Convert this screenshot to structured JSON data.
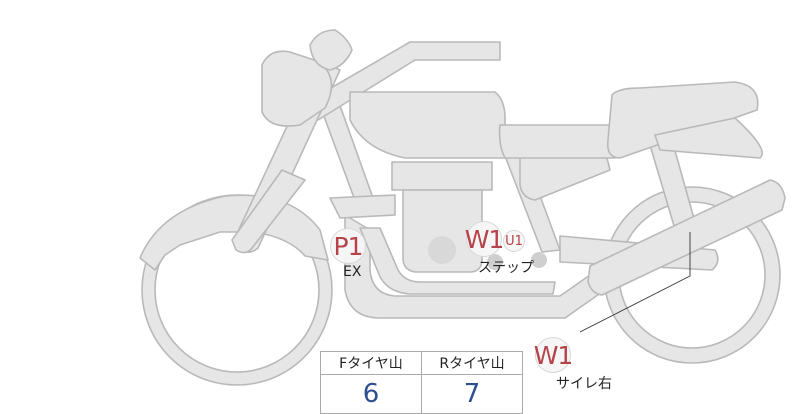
{
  "diagram": {
    "subject": "motorcycle side view",
    "colors": {
      "part_fill": "#e6e6e6",
      "part_stroke": "#b9b9b9",
      "marker_text": "#b6434a",
      "value_text": "#2e4f8f"
    }
  },
  "markers": [
    {
      "code": "P1",
      "label": "EX"
    },
    {
      "code": "W1",
      "sub": "U1",
      "label": "ステップ"
    },
    {
      "code": "W1",
      "label": "サイレ右"
    }
  ],
  "tire_table": {
    "headers": [
      "Fタイヤ山",
      "Rタイヤ山"
    ],
    "values": [
      "6",
      "7"
    ]
  }
}
